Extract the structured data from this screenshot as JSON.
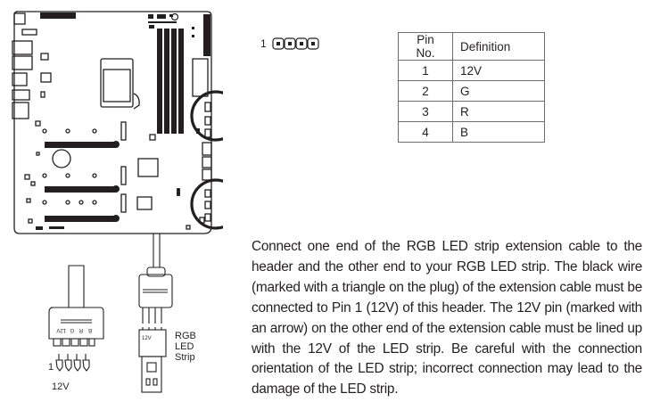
{
  "header_diagram": {
    "pin1_label": "1"
  },
  "pin_table": {
    "headers": [
      "Pin No.",
      "Definition"
    ],
    "rows": [
      {
        "pin": "1",
        "definition": "12V"
      },
      {
        "pin": "2",
        "definition": "G"
      },
      {
        "pin": "3",
        "definition": "R"
      },
      {
        "pin": "4",
        "definition": "B"
      }
    ]
  },
  "cable_diagram": {
    "plug_labels": [
      "12V",
      "G",
      "R",
      "B"
    ],
    "pin1_label": "1",
    "pin_12v_label": "12V",
    "strip_label_lines": [
      "RGB",
      "LED",
      "Strip"
    ],
    "strip_plug_label": "12V"
  },
  "description": "Connect one end of the RGB LED strip extension cable to the header and the other end to your RGB LED strip. The black wire (marked with a triangle on the plug) of the extension cable must be connected to Pin 1 (12V) of this header. The 12V pin (marked with an arrow) on the other end of the extension cable must be lined up with the 12V of the LED strip. Be careful with the connection orientation of the LED strip; incorrect connection may lead to the damage of the LED strip."
}
